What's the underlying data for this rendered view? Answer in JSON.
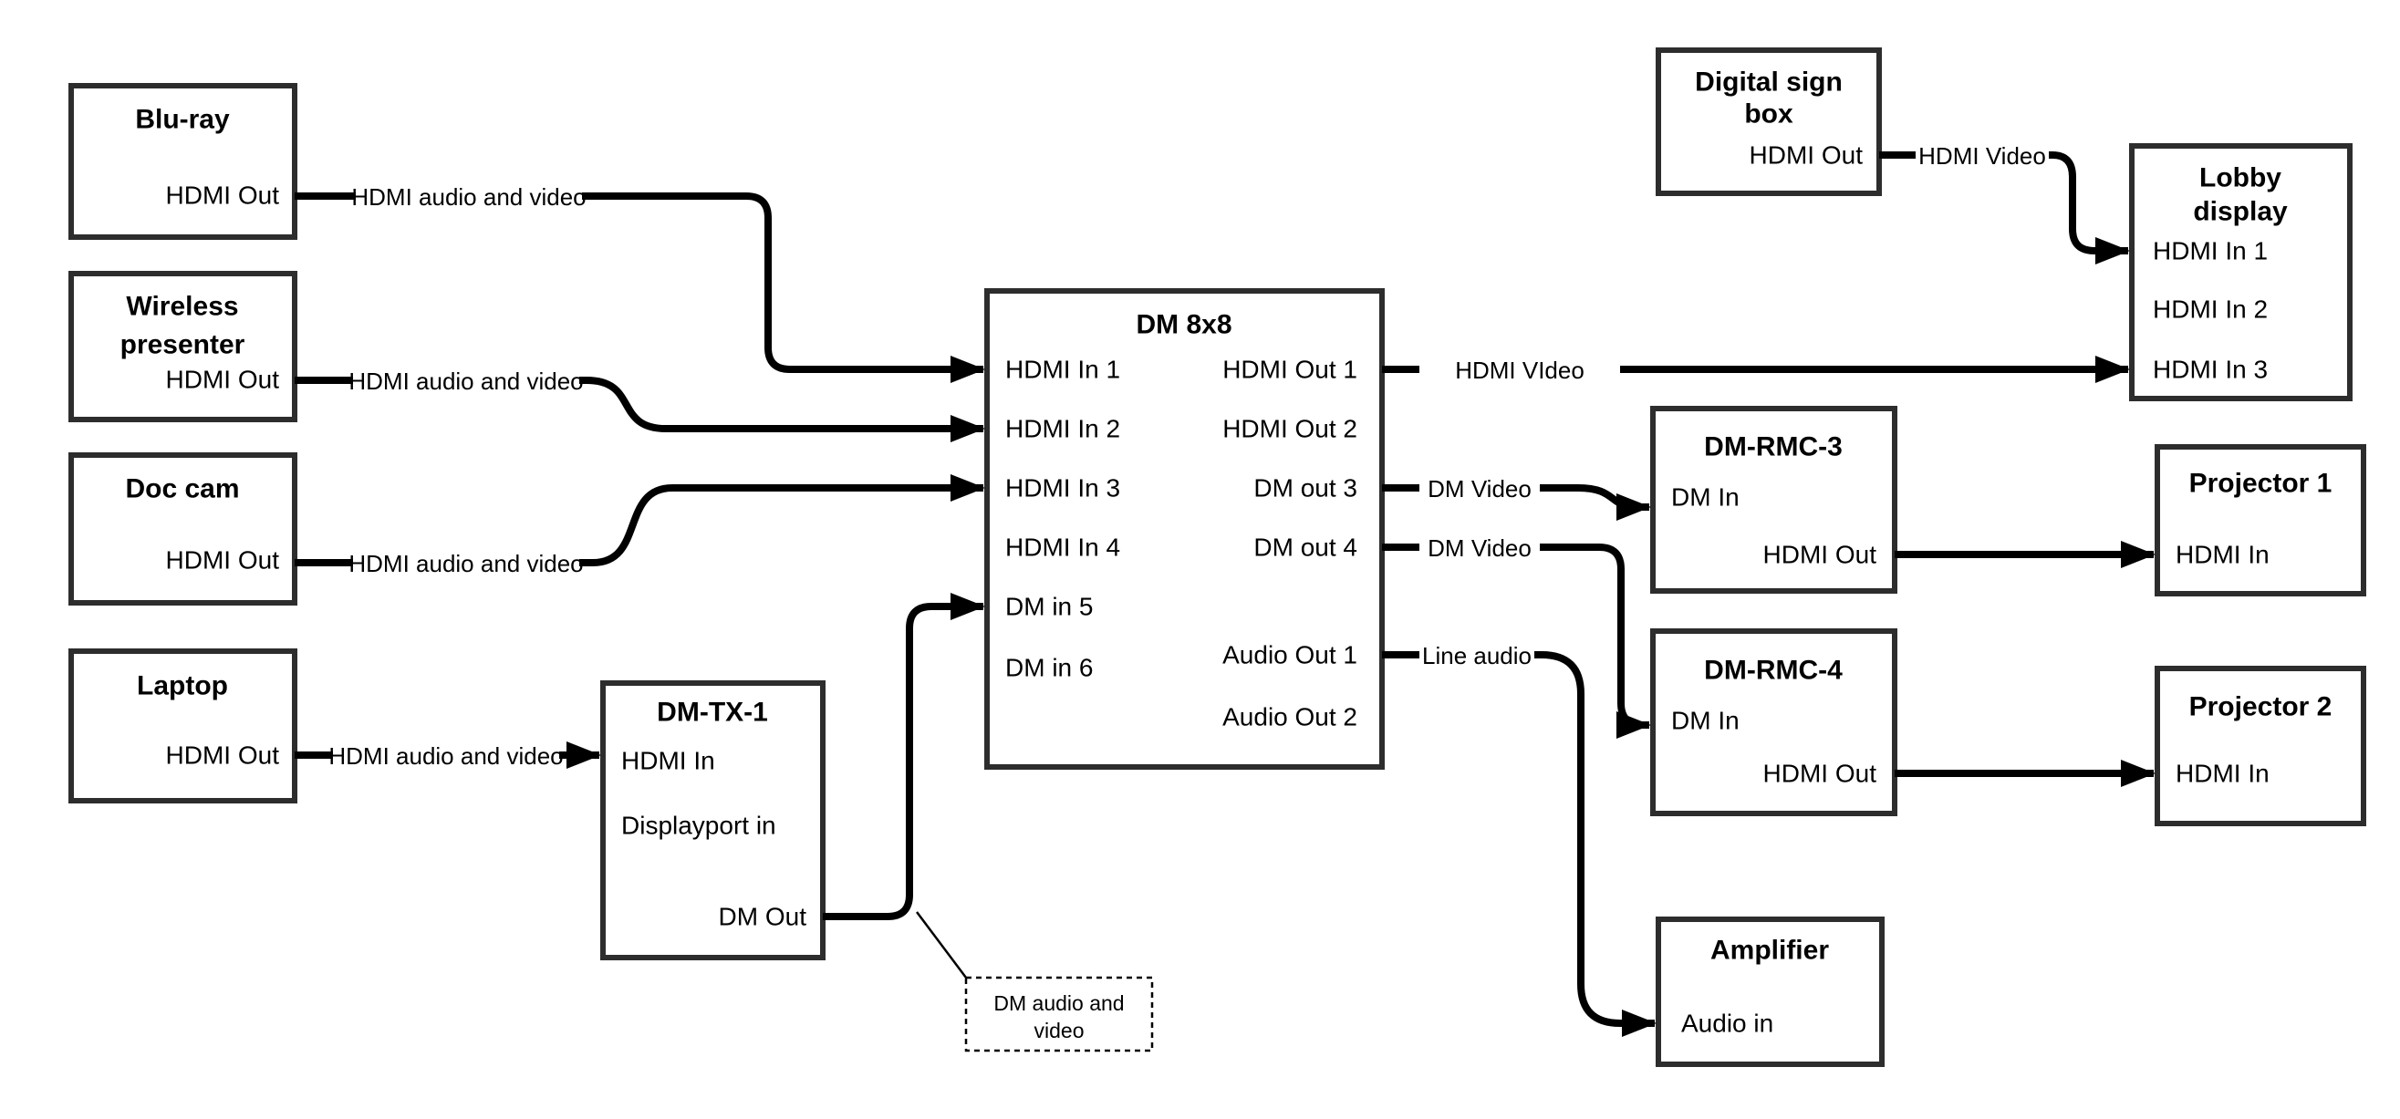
{
  "diagram": {
    "nodes": {
      "bluray": {
        "title": "Blu-ray",
        "ports": {
          "hdmi_out": "HDMI Out"
        }
      },
      "wireless": {
        "title_line1": "Wireless",
        "title_line2": "presenter",
        "ports": {
          "hdmi_out": "HDMI Out"
        }
      },
      "doccam": {
        "title": "Doc cam",
        "ports": {
          "hdmi_out": "HDMI Out"
        }
      },
      "laptop": {
        "title": "Laptop",
        "ports": {
          "hdmi_out": "HDMI Out"
        }
      },
      "dmtx1": {
        "title": "DM-TX-1",
        "ports": {
          "hdmi_in": "HDMI In",
          "displayport_in": "Displayport in",
          "dm_out": "DM Out"
        }
      },
      "dm8x8": {
        "title": "DM 8x8",
        "ports": {
          "hdmi_in_1": "HDMI In 1",
          "hdmi_in_2": "HDMI In 2",
          "hdmi_in_3": "HDMI In 3",
          "hdmi_in_4": "HDMI In 4",
          "dm_in_5": "DM in 5",
          "dm_in_6": "DM in 6",
          "hdmi_out_1": "HDMI Out 1",
          "hdmi_out_2": "HDMI Out 2",
          "dm_out_3": "DM out 3",
          "dm_out_4": "DM out 4",
          "audio_out_1": "Audio Out 1",
          "audio_out_2": "Audio Out 2"
        }
      },
      "digital_sign": {
        "title_line1": "Digital sign",
        "title_line2": "box",
        "ports": {
          "hdmi_out": "HDMI Out"
        }
      },
      "lobby": {
        "title_line1": "Lobby",
        "title_line2": "display",
        "ports": {
          "hdmi_in_1": "HDMI In 1",
          "hdmi_in_2": "HDMI In 2",
          "hdmi_in_3": "HDMI In 3"
        }
      },
      "dmrmc3": {
        "title": "DM-RMC-3",
        "ports": {
          "dm_in": "DM In",
          "hdmi_out": "HDMI Out"
        }
      },
      "projector1": {
        "title": "Projector 1",
        "ports": {
          "hdmi_in": "HDMI In"
        }
      },
      "dmrmc4": {
        "title": "DM-RMC-4",
        "ports": {
          "dm_in": "DM In",
          "hdmi_out": "HDMI Out"
        }
      },
      "projector2": {
        "title": "Projector 2",
        "ports": {
          "hdmi_in": "HDMI In"
        }
      },
      "amplifier": {
        "title": "Amplifier",
        "ports": {
          "audio_in": "Audio in"
        }
      }
    },
    "edges": {
      "bluray_to_dm8x8": {
        "label": "HDMI audio and video"
      },
      "wireless_to_dm8x8": {
        "label": "HDMI audio and video"
      },
      "doccam_to_dm8x8": {
        "label": "HDMI audio and video"
      },
      "laptop_to_dmtx1": {
        "label": "HDMI audio and video"
      },
      "out1_to_lobby": {
        "label": "HDMI VIdeo"
      },
      "sign_to_lobby": {
        "label": "HDMI Video"
      },
      "out3_to_rmc3": {
        "label": "DM Video"
      },
      "out4_to_rmc4": {
        "label": "DM Video"
      },
      "audio1_to_amp": {
        "label": "Line audio"
      }
    },
    "note": {
      "line1": "DM audio and",
      "line2": "video"
    }
  }
}
